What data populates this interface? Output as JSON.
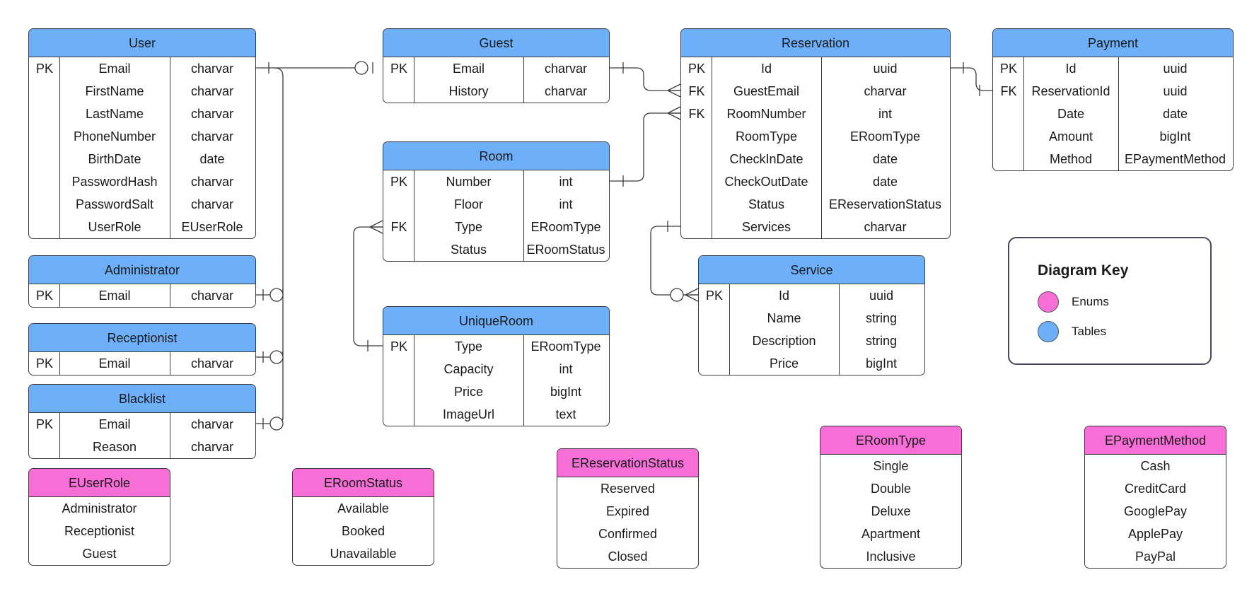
{
  "entities": {
    "user": {
      "name": "User",
      "columns": [
        {
          "key": "PK",
          "name": "Email",
          "type": "charvar"
        },
        {
          "key": "",
          "name": "FirstName",
          "type": "charvar"
        },
        {
          "key": "",
          "name": "LastName",
          "type": "charvar"
        },
        {
          "key": "",
          "name": "PhoneNumber",
          "type": "charvar"
        },
        {
          "key": "",
          "name": "BirthDate",
          "type": "date"
        },
        {
          "key": "",
          "name": "PasswordHash",
          "type": "charvar"
        },
        {
          "key": "",
          "name": "PasswordSalt",
          "type": "charvar"
        },
        {
          "key": "",
          "name": "UserRole",
          "type": "EUserRole"
        }
      ]
    },
    "administrator": {
      "name": "Administrator",
      "columns": [
        {
          "key": "PK",
          "name": "Email",
          "type": "charvar"
        }
      ]
    },
    "receptionist": {
      "name": "Receptionist",
      "columns": [
        {
          "key": "PK",
          "name": "Email",
          "type": "charvar"
        }
      ]
    },
    "blacklist": {
      "name": "Blacklist",
      "columns": [
        {
          "key": "PK",
          "name": "Email",
          "type": "charvar"
        },
        {
          "key": "",
          "name": "Reason",
          "type": "charvar"
        }
      ]
    },
    "guest": {
      "name": "Guest",
      "columns": [
        {
          "key": "PK",
          "name": "Email",
          "type": "charvar"
        },
        {
          "key": "",
          "name": "History",
          "type": "charvar"
        }
      ]
    },
    "room": {
      "name": "Room",
      "columns": [
        {
          "key": "PK",
          "name": "Number",
          "type": "int"
        },
        {
          "key": "",
          "name": "Floor",
          "type": "int"
        },
        {
          "key": "FK",
          "name": "Type",
          "type": "ERoomType"
        },
        {
          "key": "",
          "name": "Status",
          "type": "ERoomStatus"
        }
      ]
    },
    "uniqueroom": {
      "name": "UniqueRoom",
      "columns": [
        {
          "key": "PK",
          "name": "Type",
          "type": "ERoomType"
        },
        {
          "key": "",
          "name": "Capacity",
          "type": "int"
        },
        {
          "key": "",
          "name": "Price",
          "type": "bigInt"
        },
        {
          "key": "",
          "name": "ImageUrl",
          "type": "text"
        }
      ]
    },
    "reservation": {
      "name": "Reservation",
      "columns": [
        {
          "key": "PK",
          "name": "Id",
          "type": "uuid"
        },
        {
          "key": "FK",
          "name": "GuestEmail",
          "type": "charvar"
        },
        {
          "key": "FK",
          "name": "RoomNumber",
          "type": "int"
        },
        {
          "key": "",
          "name": "RoomType",
          "type": "ERoomType"
        },
        {
          "key": "",
          "name": "CheckInDate",
          "type": "date"
        },
        {
          "key": "",
          "name": "CheckOutDate",
          "type": "date"
        },
        {
          "key": "",
          "name": "Status",
          "type": "EReservationStatus"
        },
        {
          "key": "",
          "name": "Services",
          "type": "charvar"
        }
      ]
    },
    "payment": {
      "name": "Payment",
      "columns": [
        {
          "key": "PK",
          "name": "Id",
          "type": "uuid"
        },
        {
          "key": "FK",
          "name": "ReservationId",
          "type": "uuid"
        },
        {
          "key": "",
          "name": "Date",
          "type": "date"
        },
        {
          "key": "",
          "name": "Amount",
          "type": "bigInt"
        },
        {
          "key": "",
          "name": "Method",
          "type": "EPaymentMethod"
        }
      ]
    },
    "service": {
      "name": "Service",
      "columns": [
        {
          "key": "PK",
          "name": "Id",
          "type": "uuid"
        },
        {
          "key": "",
          "name": "Name",
          "type": "string"
        },
        {
          "key": "",
          "name": "Description",
          "type": "string"
        },
        {
          "key": "",
          "name": "Price",
          "type": "bigInt"
        }
      ]
    }
  },
  "enums": {
    "euserrole": {
      "name": "EUserRole",
      "values": [
        "Administrator",
        "Receptionist",
        "Guest"
      ]
    },
    "eroomstatus": {
      "name": "ERoomStatus",
      "values": [
        "Available",
        "Booked",
        "Unavailable"
      ]
    },
    "ereservationstatus": {
      "name": "EReservationStatus",
      "values": [
        "Reserved",
        "Expired",
        "Confirmed",
        "Closed"
      ]
    },
    "eroomtype": {
      "name": "ERoomType",
      "values": [
        "Single",
        "Double",
        "Deluxe",
        "Apartment",
        "Inclusive"
      ]
    },
    "epaymentmethod": {
      "name": "EPaymentMethod",
      "values": [
        "Cash",
        "CreditCard",
        "GooglePay",
        "ApplePay",
        "PayPal"
      ]
    }
  },
  "legend": {
    "title": "Diagram Key",
    "items": [
      {
        "label": "Enums",
        "color": "#f66ed6"
      },
      {
        "label": "Tables",
        "color": "#6eaff9"
      }
    ]
  },
  "colors": {
    "table_header": "#6eaff9",
    "enum_header": "#f66ed6",
    "line": "#3b3b3b"
  }
}
